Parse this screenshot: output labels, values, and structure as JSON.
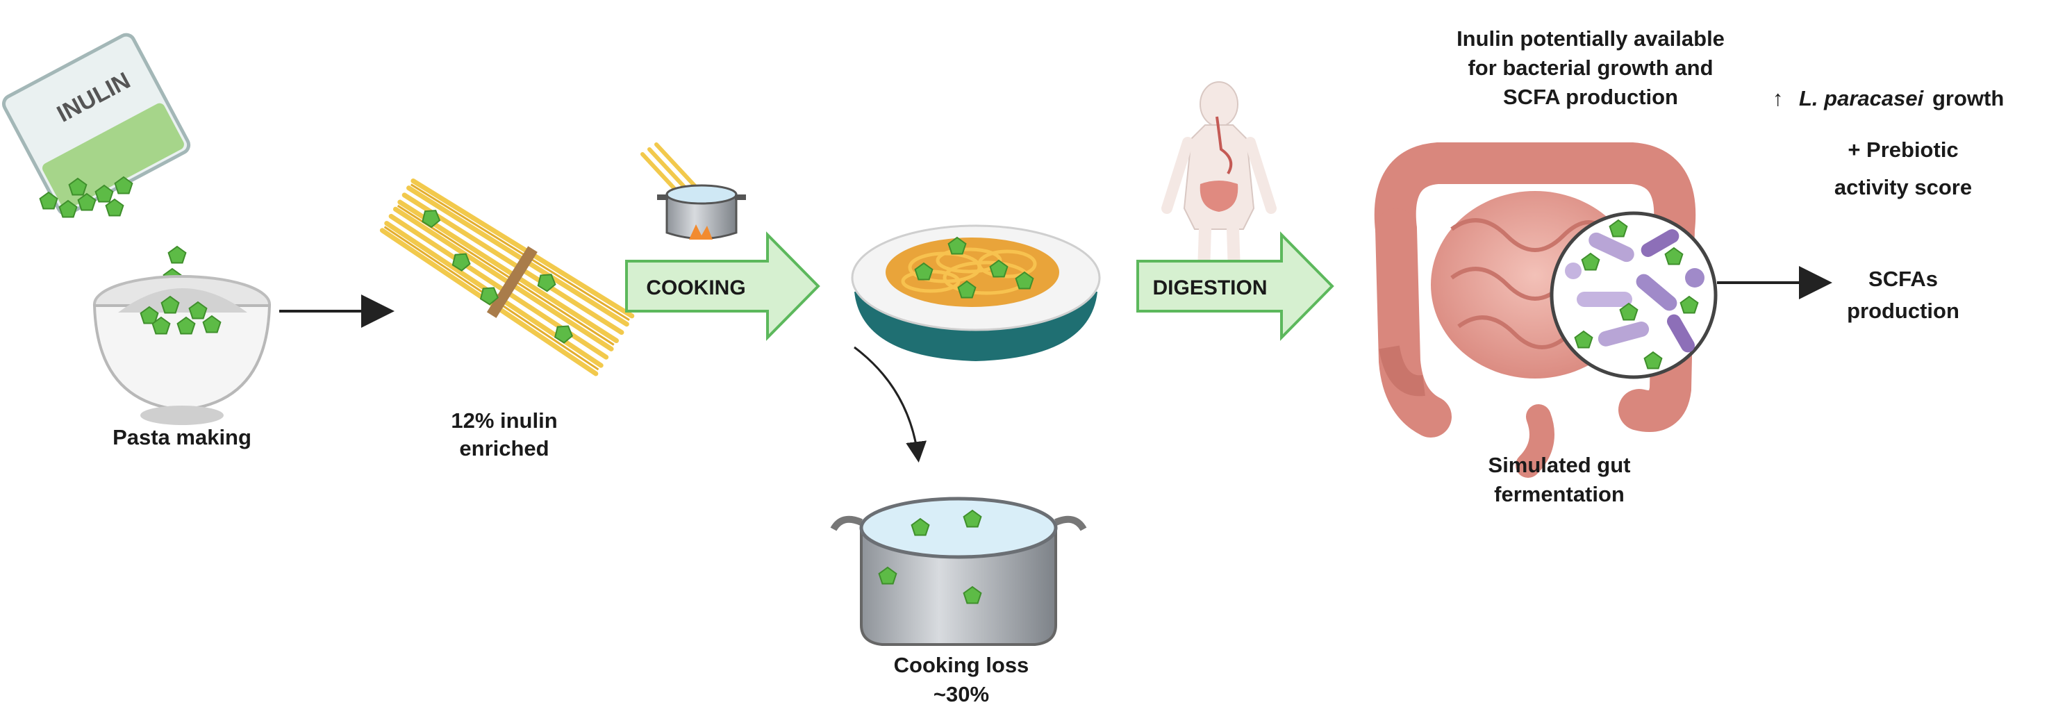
{
  "colors": {
    "arrow_fill": "#d6f0d0",
    "arrow_stroke": "#5cb85c",
    "inulin_green": "#5dbb46",
    "gut_pink": "#e8a39a",
    "pot_grey": "#a9adb3",
    "plate_teal": "#1f6f72"
  },
  "labels": {
    "beaker_text": "INULIN",
    "pasta_making": "Pasta making",
    "enriched_line1": "12% inulin",
    "enriched_line2": "enriched",
    "cooking": "COOKING",
    "digestion": "DIGESTION",
    "cooking_loss_line1": "Cooking loss",
    "cooking_loss_line2": "~30%",
    "inulin_available_line1": "Inulin potentially available",
    "inulin_available_line2": "for bacterial growth and",
    "inulin_available_line3": "SCFA production",
    "simulated_line1": "Simulated gut",
    "simulated_line2": "fermentation",
    "growth_arrow": "↑",
    "growth_species": "L. paracasei",
    "growth_word": "growth",
    "prebiotic_line1": "+ Prebiotic",
    "prebiotic_line2": "activity score",
    "scfa_line1": "SCFAs",
    "scfa_line2": "production"
  },
  "icons": [
    "beaker-icon",
    "bowl-icon",
    "spaghetti-bundle-icon",
    "boiling-pot-icon",
    "pasta-plate-icon",
    "cooking-water-pot-icon",
    "human-body-icon",
    "intestine-icon",
    "bacteria-magnifier-icon",
    "inulin-pentagon-icon"
  ]
}
